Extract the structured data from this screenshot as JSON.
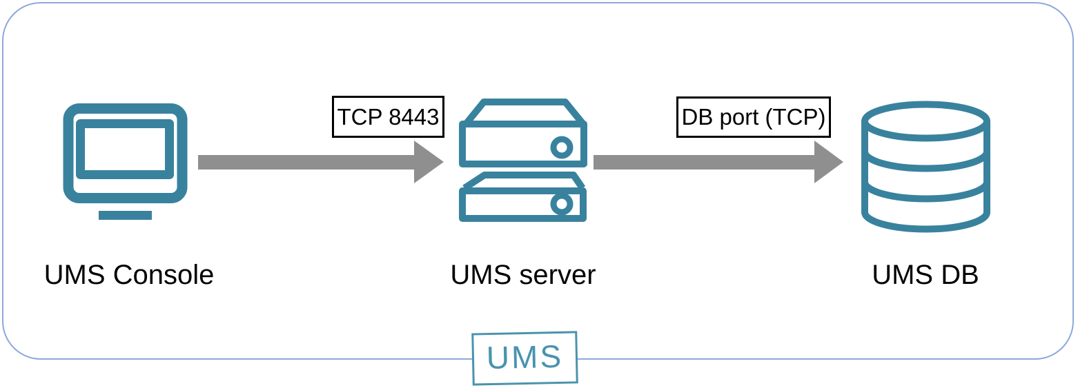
{
  "diagram": {
    "nodes": [
      {
        "label": "UMS Console",
        "icon": "monitor-icon"
      },
      {
        "label": "UMS server",
        "icon": "server-icon"
      },
      {
        "label": "UMS DB",
        "icon": "database-icon"
      }
    ],
    "connections": [
      {
        "from": "UMS Console",
        "to": "UMS server",
        "label": "TCP 8443"
      },
      {
        "from": "UMS server",
        "to": "UMS DB",
        "label": "DB port (TCP)"
      }
    ],
    "logo": {
      "label": "UMS"
    },
    "colors": {
      "icon_teal": "#39829E",
      "logo_teal": "#4A93AD",
      "arrow_gray": "#8F8F8F",
      "frame_blue": "#8CA8DD",
      "label_text": "#000000",
      "port_box_border": "#000000"
    }
  }
}
